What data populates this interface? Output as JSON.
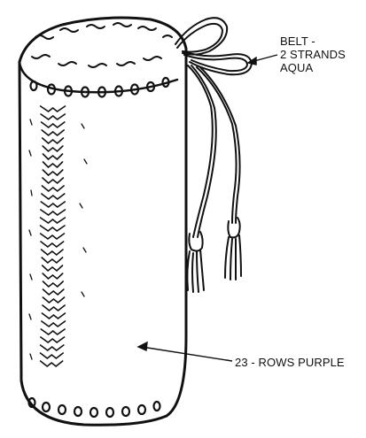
{
  "labels": {
    "belt": [
      "BELT -",
      "2 STRANDS",
      "AQUA"
    ],
    "rows": "23 - ROWS PURPLE"
  },
  "colors": {
    "ink": "#111111",
    "paper": "#ffffff"
  }
}
